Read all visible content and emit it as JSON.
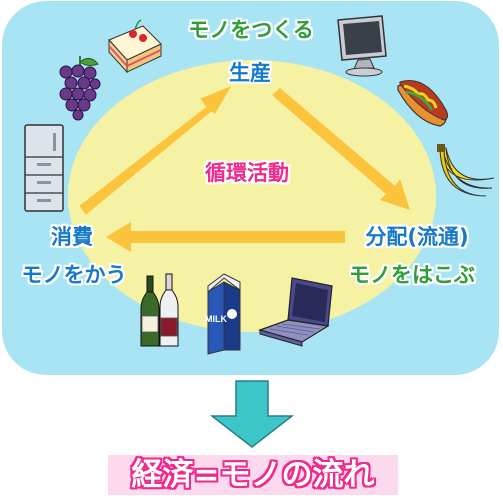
{
  "production": {
    "title": "生産",
    "subtitle": "モノをつくる"
  },
  "distribution": {
    "title": "分配(流通)",
    "subtitle": "モノをはこぶ"
  },
  "consumption": {
    "title": "消費",
    "subtitle": "モノをかう"
  },
  "center_label": "循環活動",
  "conclusion": "経済=モノの流れ",
  "colors": {
    "background_panel": "#a8e4f4",
    "ellipse": "#f6f2a4",
    "cycle_arrow": "#fcc33c",
    "down_arrow": "#3cc6c8",
    "production_text": "#2e9e38",
    "flow_text": "#1678c8",
    "accent_pink": "#ee2a8c"
  },
  "icons": [
    "cake-icon",
    "grapes-icon",
    "refrigerator-icon",
    "monitor-icon",
    "hotdog-icon",
    "bananas-icon",
    "wine-bottles-icon",
    "milk-carton-icon",
    "laptop-icon"
  ]
}
